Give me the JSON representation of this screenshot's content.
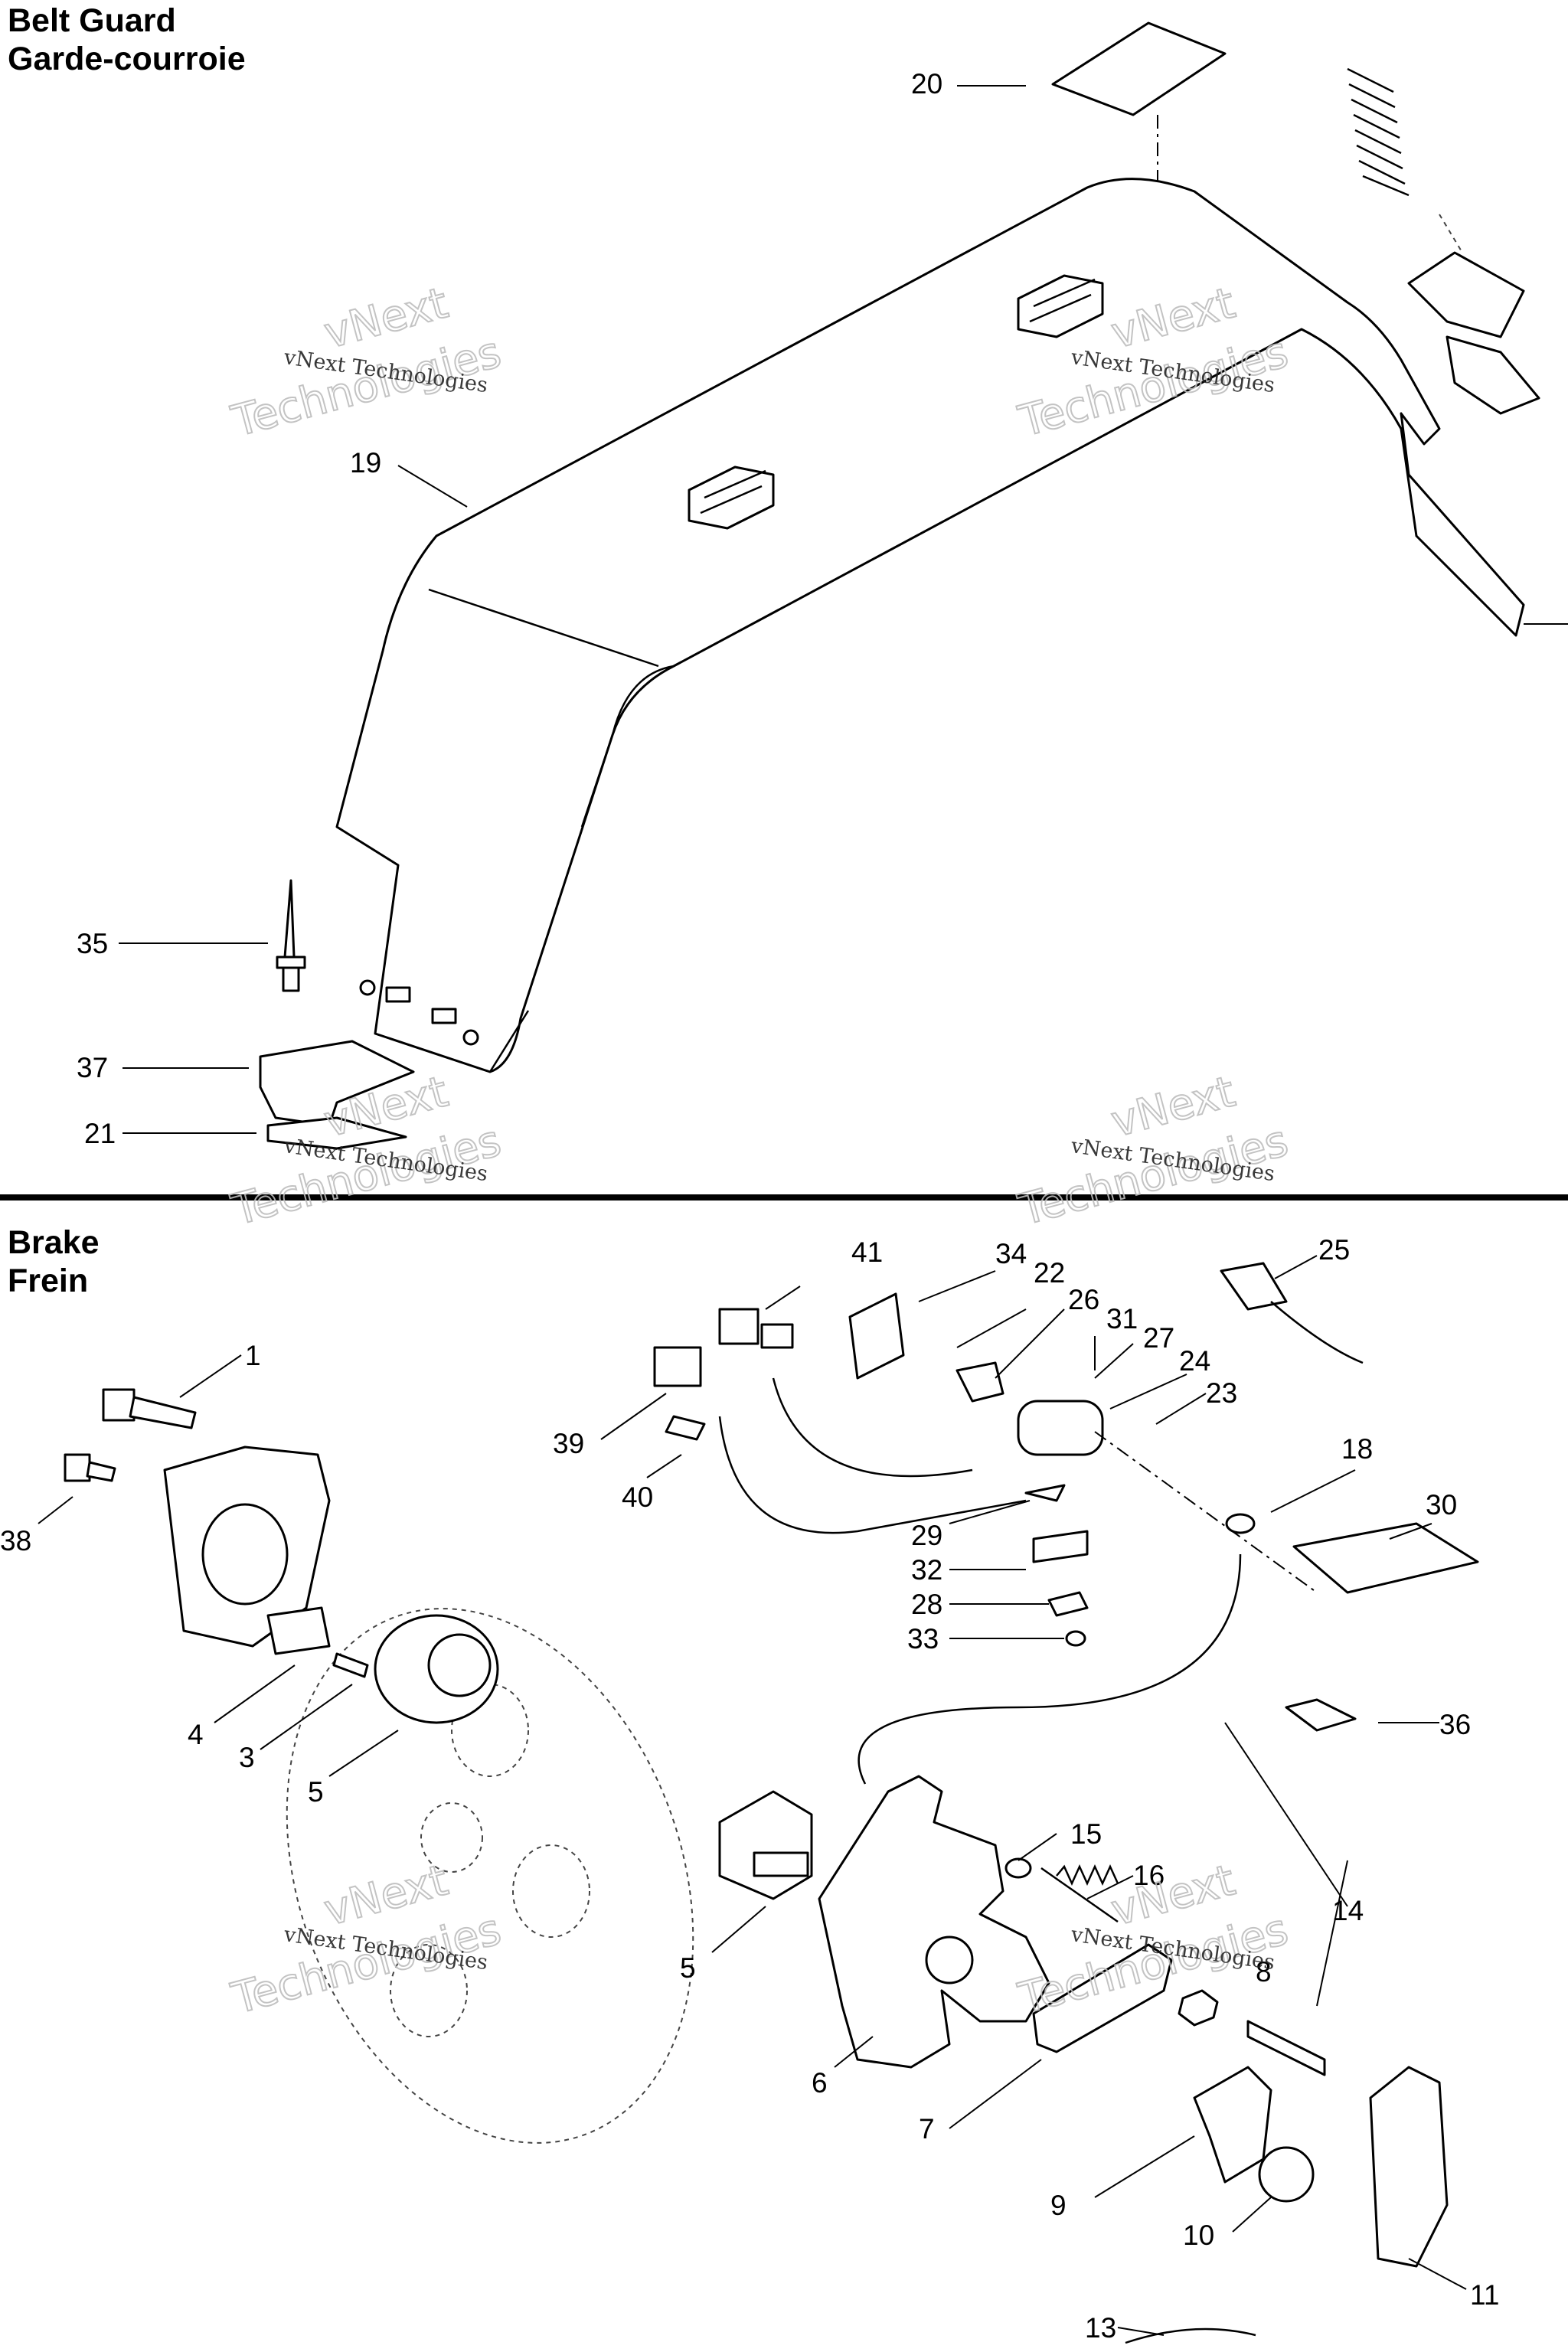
{
  "sections": {
    "belt_guard": {
      "title_en": "Belt Guard",
      "title_fr": "Garde-courroie"
    },
    "brake": {
      "title_en": "Brake",
      "title_fr": "Frein"
    }
  },
  "watermark": {
    "line1": "vNext Technologies",
    "line2": "vNext",
    "line3": "Technologies"
  },
  "callouts": {
    "c20": "20",
    "c19": "19",
    "c35": "35",
    "c37": "37",
    "c21": "21",
    "c41": "41",
    "c34": "34",
    "c22": "22",
    "c26": "26",
    "c31": "31",
    "c27": "27",
    "c24": "24",
    "c23": "23",
    "c25": "25",
    "c1": "1",
    "c38": "38",
    "c39": "39",
    "c40": "40",
    "c18": "18",
    "c30": "30",
    "c29": "29",
    "c32": "32",
    "c28": "28",
    "c33": "33",
    "c4": "4",
    "c3": "3",
    "c5a": "5",
    "c36": "36",
    "c15": "15",
    "c16": "16",
    "c14": "14",
    "c5b": "5",
    "c6": "6",
    "c8": "8",
    "c7": "7",
    "c9": "9",
    "c10": "10",
    "c11": "11",
    "c13": "13"
  }
}
